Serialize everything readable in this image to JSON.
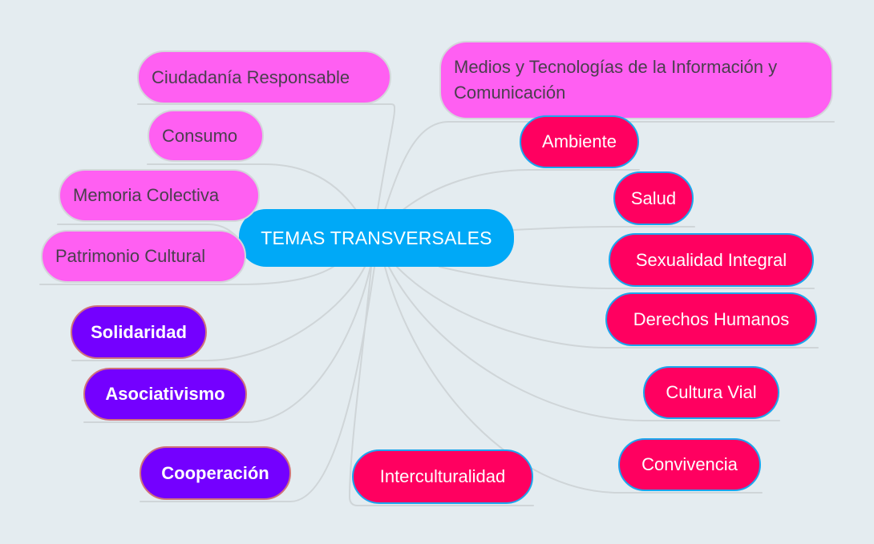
{
  "mindmap": {
    "central_topic": "TEMAS TRANSVERSALES",
    "colors": {
      "background": "#e4ecf0",
      "central": "#00a9f7",
      "pink_topic": "#ff5ff2",
      "red_topic": "#ff0060",
      "purple_topic": "#7400ff",
      "connector": "#cfd5d8"
    },
    "left_topics": [
      {
        "label": "Ciudadanía Responsable"
      },
      {
        "label": "Consumo"
      },
      {
        "label": "Memoria Colectiva"
      },
      {
        "label": "Patrimonio Cultural"
      },
      {
        "label": "Solidaridad"
      },
      {
        "label": "Asociativismo"
      },
      {
        "label": "Cooperación"
      }
    ],
    "right_topics": [
      {
        "label": "Medios y Tecnologías de la Información y Comunicación"
      },
      {
        "label": "Ambiente"
      },
      {
        "label": "Salud"
      },
      {
        "label": "Sexualidad Integral"
      },
      {
        "label": "Derechos Humanos"
      },
      {
        "label": "Cultura Vial"
      },
      {
        "label": "Convivencia"
      },
      {
        "label": "Interculturalidad"
      }
    ]
  }
}
